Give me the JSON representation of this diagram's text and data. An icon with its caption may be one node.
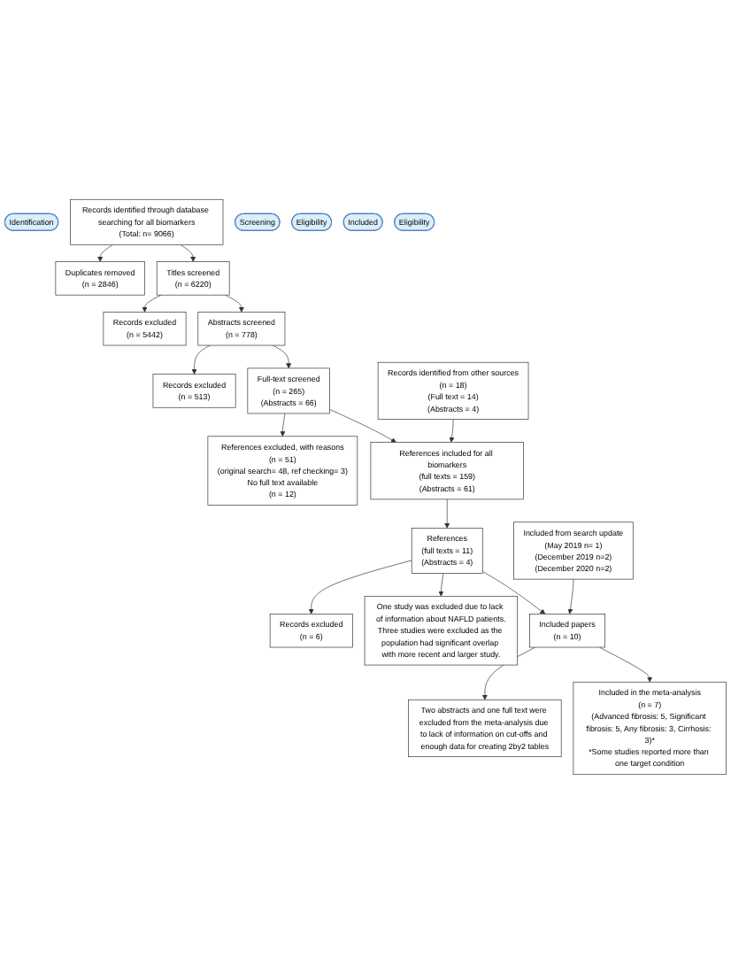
{
  "diagram": {
    "nodes": [
      {
        "text": [
          "Identification"
        ]
      },
      {
        "text": [
          "Records identified through database searching for all biomarkers",
          "(Total: n= 9066)"
        ]
      },
      {
        "text": [
          "Duplicates removed",
          "(n = 2846)"
        ]
      },
      {
        "text": [
          "Screening"
        ]
      },
      {
        "text": [
          "Titles screened",
          "(n = 6220)"
        ]
      },
      {
        "text": [
          "Records excluded",
          "(n = 5442)"
        ]
      },
      {
        "text": [
          "Abstracts screened",
          "(n = 778)"
        ]
      },
      {
        "text": [
          "Records excluded",
          "(n = 513)"
        ]
      },
      {
        "text": [
          "Eligibility"
        ]
      },
      {
        "text": [
          "Full-text screened",
          "(n = 265)",
          "(Abstracts = 66)"
        ]
      },
      {
        "text": [
          "Records identified from other sources",
          "(n = 18)",
          "(Full text = 14)",
          "(Abstracts = 4)"
        ]
      },
      {
        "text": [
          "References excluded, with reasons",
          "(n = 51)",
          "(original search= 48, ref checking= 3)",
          "No full text available",
          "(n = 12)"
        ]
      },
      {
        "text": [
          "Included"
        ]
      },
      {
        "text": [
          "References included for all biomarkers",
          "(full texts = 159)",
          "(Abstracts = 61)"
        ]
      },
      {
        "text": [
          "References",
          "(full texts = 11)",
          "(Abstracts = 4)"
        ]
      },
      {
        "text": [
          "Records excluded",
          "(n = 6)"
        ]
      },
      {
        "text": [
          "Included from search update",
          "(May 2019 n= 1)",
          "(December 2019 n=2)",
          "(December 2020 n=2)"
        ]
      },
      {
        "text": [
          "One study was excluded due to lack of information about NAFLD patients.",
          "Three studies were excluded as the population had significant overlap with more recent and larger study."
        ]
      },
      {
        "text": [
          "Included papers",
          "(n = 10)"
        ]
      },
      {
        "text": [
          "Eligibility"
        ]
      },
      {
        "text": [
          "Two abstracts and one full text were excluded from the meta-analysis due to lack of information on cut-offs and enough data for creating 2by2 tables"
        ]
      },
      {
        "text": [
          "Included in the meta-analysis",
          "(n = 7)",
          "(Advanced fibrosis: 5, Significant fibrosis: 5, Any fibrosis: 3, Cirrhosis: 3)*",
          "*Some studies reported more than one target condition"
        ]
      }
    ],
    "edges": [
      {
        "from": 1,
        "to": 2,
        "arrow": "to"
      },
      {
        "from": 1,
        "to": 4,
        "arrow": "to"
      },
      {
        "from": 4,
        "to": 5,
        "arrow": "to"
      },
      {
        "from": 4,
        "to": 6,
        "arrow": "to"
      },
      {
        "from": 6,
        "to": 7,
        "arrow": "to"
      },
      {
        "from": 6,
        "to": 9,
        "arrow": "to"
      },
      {
        "from": 9,
        "to": 11,
        "arrow": "to"
      },
      {
        "from": 9,
        "to": 13,
        "arrow": "to"
      },
      {
        "from": 10,
        "to": 13,
        "arrow": "to"
      },
      {
        "from": 13,
        "to": 14,
        "arrow": "to"
      },
      {
        "from": 14,
        "to": 15,
        "arrow": "to"
      },
      {
        "from": 14,
        "to": 17,
        "arrow": "to"
      },
      {
        "from": 14,
        "to": 18,
        "arrow": "to"
      },
      {
        "from": 16,
        "to": 18,
        "arrow": "to"
      },
      {
        "from": 18,
        "to": 20,
        "arrow": "to"
      },
      {
        "from": 18,
        "to": 21,
        "arrow": "to"
      }
    ]
  }
}
